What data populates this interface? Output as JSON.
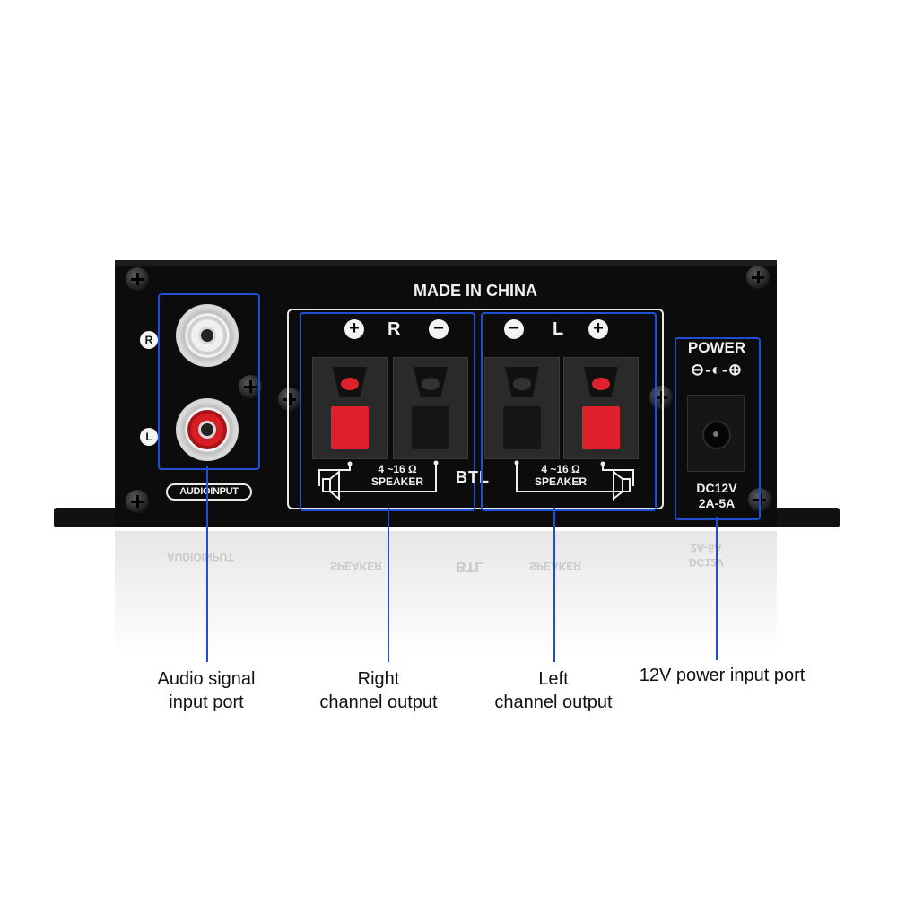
{
  "panel": {
    "made_in": "MADE IN CHINA",
    "audio_input_label": "AUDIOINPUT",
    "channel_badges": {
      "right": "R",
      "left": "L"
    },
    "right_terminal": {
      "plus": "+",
      "name": "R",
      "minus": "−",
      "impedance": "4 ~16 Ω",
      "type": "SPEAKER"
    },
    "left_terminal": {
      "minus": "−",
      "name": "L",
      "plus": "+",
      "impedance": "4 ~16 Ω",
      "type": "SPEAKER"
    },
    "btl": "BTL",
    "power": {
      "title": "POWER",
      "polarity": "⊖-◐-⊕",
      "voltage": "DC12V",
      "current": "2A-5A"
    }
  },
  "reflection": {
    "audio_input_label": "AUDIOINPUT",
    "btl": "BTL",
    "speaker": "SPEAKER",
    "voltage": "DC12V",
    "current": "2A-5A"
  },
  "callouts": [
    {
      "line1": "Audio signal",
      "line2": "input port"
    },
    {
      "line1": "Right",
      "line2": "channel output"
    },
    {
      "line1": "Left",
      "line2": "channel output"
    },
    {
      "line1": "12V power input port",
      "line2": ""
    }
  ],
  "colors": {
    "highlight": "#1f4fd6",
    "terminal_red": "#e0202a",
    "rca_right": "#f0f0f0",
    "rca_left": "#d81e25"
  },
  "icons": [
    "screw-icon",
    "rca-jack-icon",
    "speaker-terminal-icon",
    "speaker-icon",
    "dc-jack-icon"
  ]
}
